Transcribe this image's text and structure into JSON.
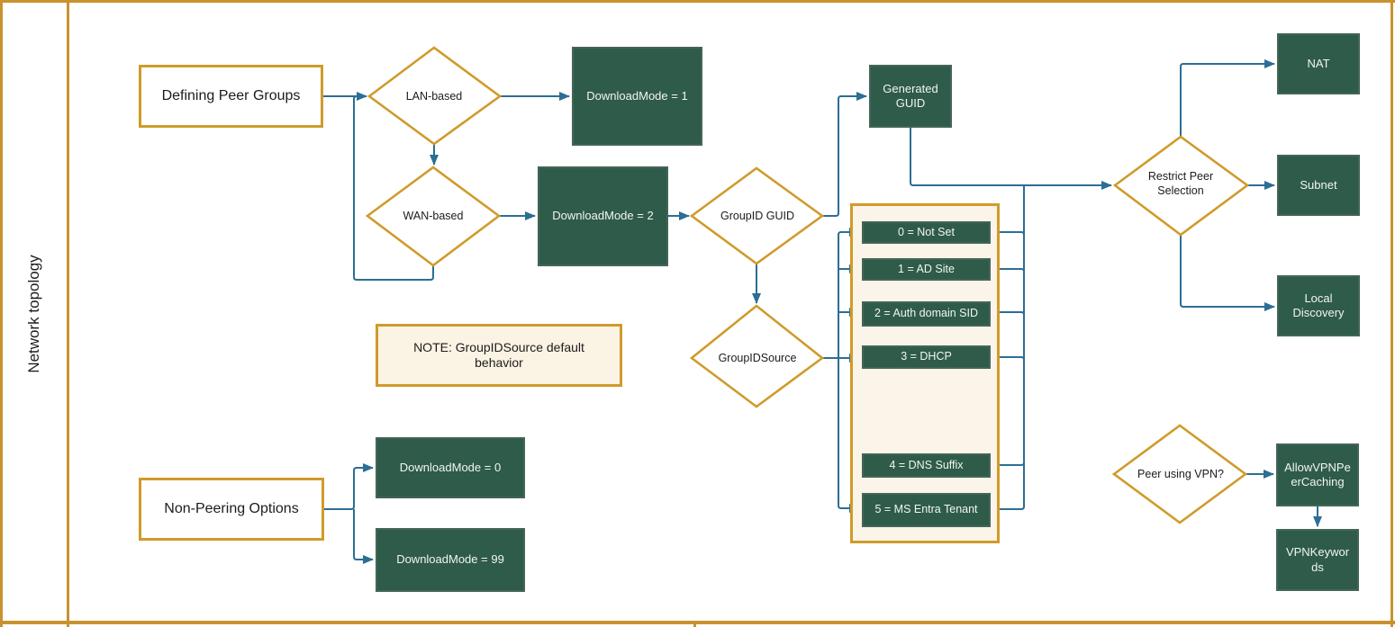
{
  "lane": {
    "label": "Network topology"
  },
  "colors": {
    "gold_border": "#D09B2B",
    "swimlane_gold": "#C9922F",
    "node_green": "#2F5B4A",
    "connector_blue": "#2C6E94",
    "note_cream": "#FBF3E4"
  },
  "nodes": {
    "defining_peer_groups": "Defining Peer Groups",
    "lan_based": "LAN-based",
    "wan_based": "WAN-based",
    "download_mode_1": "DownloadMode = 1",
    "download_mode_2": "DownloadMode = 2",
    "group_id_guid": "GroupID GUID",
    "generated_guid": "Generated GUID",
    "group_id_source": "GroupIDSource",
    "note": "NOTE: GroupIDSource default behavior",
    "non_peering_options": "Non-Peering Options",
    "download_mode_0": "DownloadMode = 0",
    "download_mode_99": "DownloadMode = 99",
    "restrict_peer_selection": "Restrict Peer Selection",
    "nat": "NAT",
    "subnet": "Subnet",
    "local_discovery": "Local Discovery",
    "peer_using_vpn": "Peer using VPN?",
    "allow_vpn_peer_caching": "AllowVPNPeerCaching",
    "vpn_keywords": "VPNKeywords"
  },
  "group_id_source_values": [
    "0 = Not Set",
    "1 = AD Site",
    "2 = Auth domain SID",
    "3 = DHCP",
    "4 = DNS Suffix",
    "5 = MS Entra Tenant"
  ]
}
